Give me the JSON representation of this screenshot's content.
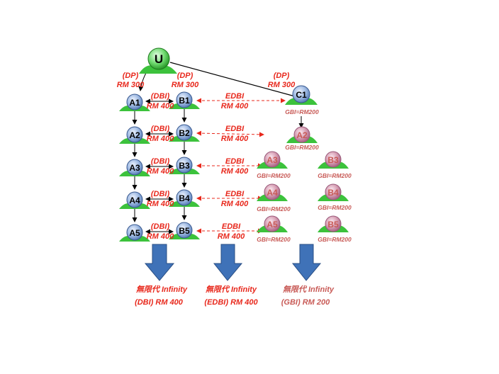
{
  "colors": {
    "label_red": "#e8281c",
    "label_pink": "#c85a56",
    "node_blue": "#9ab6e0",
    "node_green": "#6cd86c",
    "node_pink": "#d49ab0",
    "leaf_green": "#3cc23c",
    "arrow_blue": "#3f72b8"
  },
  "nodes": {
    "u": "U",
    "a1": "A1",
    "a2": "A2",
    "a3": "A3",
    "a4": "A4",
    "a5": "A5",
    "b1": "B1",
    "b2": "B2",
    "b3": "B3",
    "b4": "B4",
    "b5": "B5",
    "c1": "C1",
    "col3_a2": "A2",
    "col3_a3": "A3",
    "col3_a4": "A4",
    "col3_a5": "A5",
    "col4_b3": "B3",
    "col4_b4": "B4",
    "col4_b5": "B5"
  },
  "labels": {
    "dp": "(DP)",
    "rm300": "RM 300",
    "dbi": "(DBI)",
    "rm400": "RM 400",
    "edbi": "EDBI",
    "gbi": "GBI=RM200"
  },
  "bottom": {
    "col1_line1": "無限代  Infinity",
    "col1_line2": "(DBI) RM 400",
    "col2_line1": "無限代  Infinity",
    "col2_line2": "(EDBI) RM 400",
    "col3_line1": "無限代  Infinity",
    "col3_line2": "(GBI) RM 200"
  }
}
